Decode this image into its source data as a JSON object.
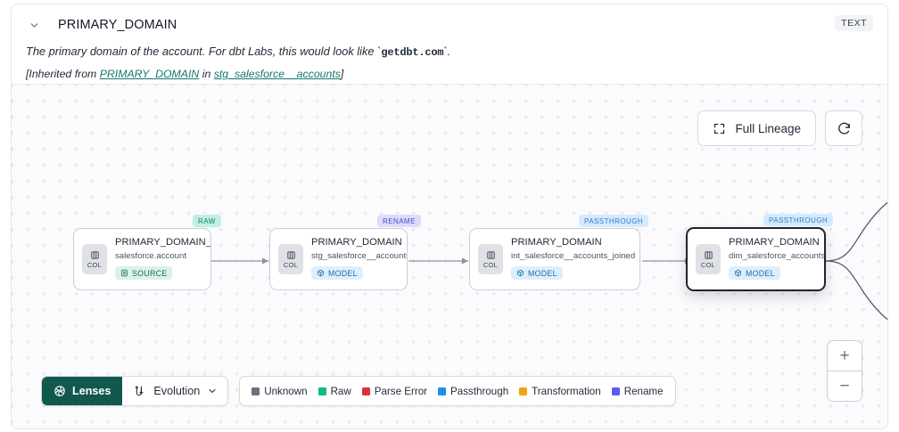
{
  "header": {
    "collapse_icon": "chevron-down-icon",
    "title": "PRIMARY_DOMAIN",
    "type_badge": "TEXT",
    "description_prefix": "The primary domain of the account. For dbt Labs, this would look like `",
    "description_code": "getdbt.com",
    "description_suffix": "`.",
    "inherited_prefix": "[Inherited from ",
    "inherited_link1": "PRIMARY_DOMAIN",
    "inherited_mid": " in ",
    "inherited_link2": "stg_salesforce__accounts",
    "inherited_suffix": "]"
  },
  "controls": {
    "full_lineage_label": "Full Lineage",
    "full_lineage_icon": "expand-icon",
    "refresh_icon": "refresh-icon",
    "zoom_in": "+",
    "zoom_out": "−"
  },
  "graph": {
    "nodes": [
      {
        "id": "n1",
        "column": "PRIMARY_DOMAIN__C",
        "dataset": "salesforce.account",
        "kind_badge": "SOURCE",
        "kind_icon": "database-icon",
        "tag": "RAW",
        "tag_class": "t-raw",
        "badge_class": "b-source",
        "col_label": "COL",
        "selected": false
      },
      {
        "id": "n2",
        "column": "PRIMARY_DOMAIN",
        "dataset": "stg_salesforce__accounts",
        "kind_badge": "MODEL",
        "kind_icon": "cube-icon",
        "tag": "RENAME",
        "tag_class": "t-rename",
        "badge_class": "b-model",
        "col_label": "COL",
        "selected": false
      },
      {
        "id": "n3",
        "column": "PRIMARY_DOMAIN",
        "dataset": "int_salesforce__accounts_joined",
        "kind_badge": "MODEL",
        "kind_icon": "cube-icon",
        "tag": "PASSTHROUGH",
        "tag_class": "t-pass",
        "badge_class": "b-model",
        "col_label": "COL",
        "selected": false
      },
      {
        "id": "n4",
        "column": "PRIMARY_DOMAIN",
        "dataset": "dim_salesforce_accounts",
        "kind_badge": "MODEL",
        "kind_icon": "cube-icon",
        "tag": "PASSTHROUGH",
        "tag_class": "t-pass",
        "badge_class": "b-model",
        "col_label": "COL",
        "selected": true
      }
    ]
  },
  "bottom": {
    "lenses_label": "Lenses",
    "lenses_icon": "aperture-icon",
    "evolution_label": "Evolution",
    "evolution_icon": "evolution-icon",
    "evolution_chevron": "chevron-down-icon",
    "legend": [
      {
        "label": "Unknown",
        "color": "#6b7280"
      },
      {
        "label": "Raw",
        "color": "#12b886"
      },
      {
        "label": "Parse Error",
        "color": "#e03131"
      },
      {
        "label": "Passthrough",
        "color": "#1c92e6"
      },
      {
        "label": "Transformation",
        "color": "#f0a316"
      },
      {
        "label": "Rename",
        "color": "#5b5bf0"
      }
    ]
  }
}
